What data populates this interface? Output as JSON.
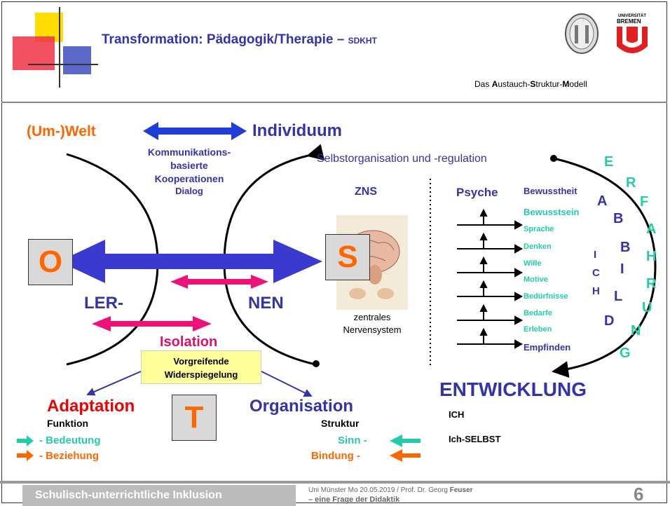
{
  "slide": {
    "title_main": "Transformation: Pädagogik/Therapie – ",
    "title_suffix": "SDKHT",
    "subtitle_parts": [
      "Das ",
      "A",
      "ustauch-",
      "S",
      "truktur-",
      "M",
      "odell"
    ],
    "seal_label": "University seal",
    "logo_text": "UNIVERSITÄT BREMEN"
  },
  "diagram": {
    "umwelt": "(Um-)Welt",
    "individuum": "Individuum",
    "kommunikation": [
      "Kommunikations-",
      "basierte",
      "Kooperationen"
    ],
    "dialog": "Dialog",
    "selbstorganisation": "Selbstorganisation und -regulation",
    "zns": "ZNS",
    "psyche": "Psyche",
    "box_o": "O",
    "box_s": "S",
    "box_t": "T",
    "ler": "LER-",
    "nen": "NEN",
    "zns_caption": [
      "zentrales",
      "Nervensystem"
    ],
    "isolation": "Isolation",
    "vorgreifende": [
      "Vorgreifende",
      "Widerspiegelung"
    ],
    "psyche_items": [
      "Bewusstheit",
      "Bewusstsein",
      "Sprache",
      "Denken",
      "Wille",
      "Motive",
      "Bedürfnisse",
      "Bedarfe",
      "Erleben",
      "Empfinden"
    ],
    "abbildung": [
      "A",
      "B",
      "B",
      "I",
      "L",
      "D"
    ],
    "ich_vertical": [
      "I",
      "C",
      "H"
    ],
    "erfahrung": [
      "E",
      "R",
      "F",
      "A",
      "H",
      "R",
      "U",
      "N",
      "G"
    ],
    "entwicklung": "ENTWICKLUNG",
    "ich": "ICH",
    "ich_selbst": "Ich-SELBST",
    "adaptation": "Adaptation",
    "funktion": "Funktion",
    "bedeutung": "- Bedeutung",
    "beziehung": "- Beziehung",
    "organisation": "Organisation",
    "struktur": "Struktur",
    "sinn": "Sinn -",
    "bindung": "Bindung -"
  },
  "footer": {
    "course": "Schulisch-unterrichtliche Inklusion",
    "meta_prefix": "Uni Münster Mo 20.05.2019 / Prof. Dr. Georg ",
    "meta_name": "Feuser",
    "sub": "– eine Frage der Didaktik",
    "page": "6"
  },
  "colors": {
    "orange": "#ff6600",
    "blue": "#3333aa",
    "teal": "#22ccaa",
    "red": "#ee0000",
    "magenta": "#dd1166"
  }
}
